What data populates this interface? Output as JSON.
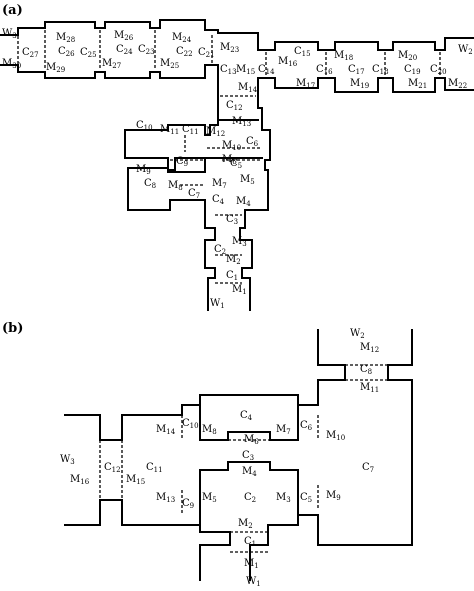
{
  "panels": [
    {
      "tag": "(a)",
      "labels": [
        "W3",
        "M30",
        "C27",
        "M28",
        "C26",
        "M29",
        "C25",
        "M26",
        "C24",
        "M27",
        "C23",
        "M24",
        "C22",
        "M25",
        "C21",
        "M23",
        "C13",
        "M15",
        "M14",
        "C14",
        "C15",
        "M16",
        "M17",
        "C16",
        "M18",
        "C17",
        "M19",
        "C18",
        "M20",
        "C19",
        "M21",
        "C20",
        "W2",
        "M22",
        "C12",
        "M13",
        "C10",
        "M11",
        "C11",
        "M12",
        "C6",
        "M10",
        "M6",
        "C9",
        "C5",
        "M9",
        "M8",
        "M7",
        "M5",
        "C8",
        "C7",
        "C4",
        "M4",
        "C3",
        "M3",
        "C2",
        "M2",
        "C1",
        "M1",
        "W1"
      ]
    },
    {
      "tag": "(b)",
      "labels": [
        "W2",
        "M12",
        "C8",
        "M11",
        "C4",
        "C10",
        "M14",
        "M8",
        "M7",
        "C6",
        "M10",
        "M6",
        "W3",
        "C12",
        "C11",
        "C3",
        "C7",
        "M16",
        "M15",
        "M4",
        "C2",
        "M13",
        "C9",
        "M5",
        "M3",
        "C5",
        "M9",
        "M2",
        "C1",
        "M1",
        "W1"
      ]
    }
  ]
}
